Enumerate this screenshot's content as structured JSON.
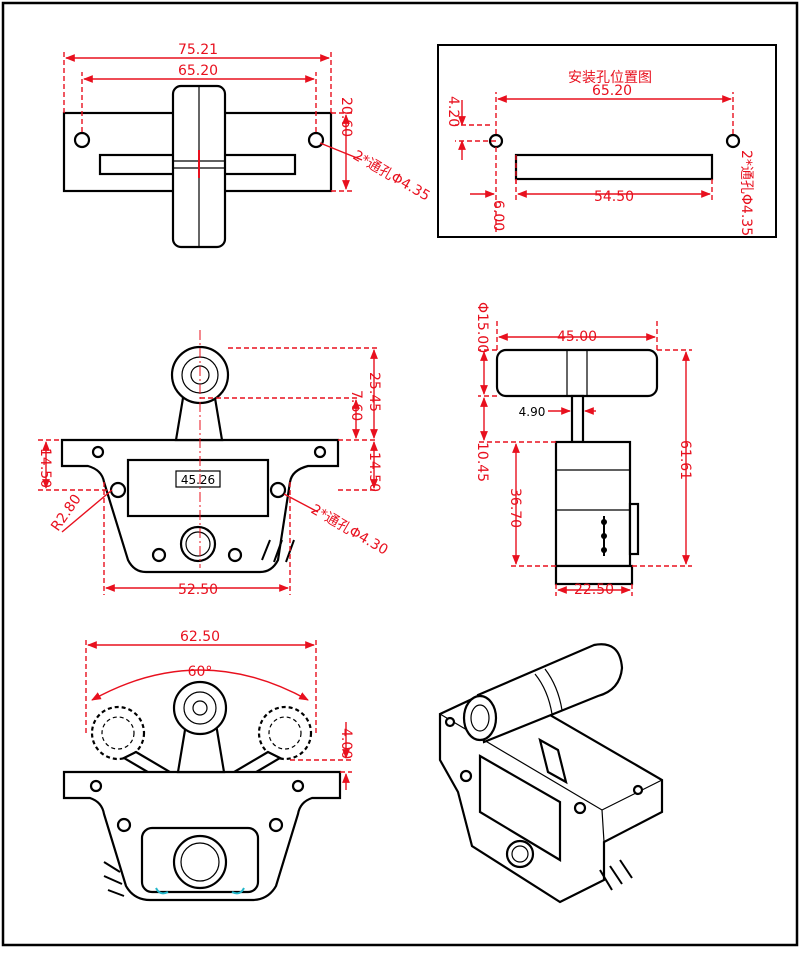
{
  "top_view": {
    "dim_overall": "75.21",
    "dim_holes": "65.20",
    "dim_height": "20.60",
    "hole_note": "2*通孔Φ4.35"
  },
  "mount_box": {
    "title": "安装孔位置图",
    "dim_holes": "65.20",
    "dim_offset": "4.20",
    "dim_slot": "54.50",
    "dim_slot_offset": "6.00",
    "hole_note": "2*通孔Φ4.35"
  },
  "front_view": {
    "dim_panel": "45.26",
    "dim_7_60": "7.60",
    "dim_25_45": "25.45",
    "dim_14_50_left": "14.50",
    "dim_14_50_right": "14.50",
    "dim_radius": "R2.80",
    "dim_width": "52.50",
    "hole_note": "2*通孔Φ4.30"
  },
  "side_view": {
    "dim_diameter": "Φ15.00",
    "dim_width": "45.00",
    "dim_4_90": "4.90",
    "dim_10_45": "10.45",
    "dim_36_70": "36.70",
    "dim_61_61": "61.61",
    "dim_22_50": "22.50"
  },
  "swing_view": {
    "dim_span": "62.50",
    "dim_angle": "60°",
    "dim_4_00": "4.00"
  },
  "colors": {
    "dimension": "#e8101e",
    "outline": "#000000",
    "frame": "#000000"
  }
}
